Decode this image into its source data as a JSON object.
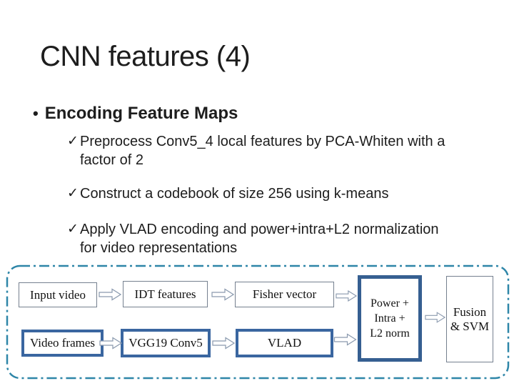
{
  "slide": {
    "title": "CNN features (4)",
    "bullet_char": "•",
    "heading": "Encoding Feature Maps",
    "check_char": "✓",
    "items": [
      {
        "line1": "Preprocess Conv5_4 local features by PCA-Whiten with a",
        "line2": "factor of 2"
      },
      {
        "line1": "Construct a codebook of size 256 using k-means",
        "line2": ""
      },
      {
        "line1": "Apply VLAD encoding and power+intra+L2 normalization",
        "line2": "for video representations"
      }
    ]
  },
  "diagram": {
    "boxes": {
      "input_video": "Input video",
      "idt_features": "IDT features",
      "fisher_vector": "Fisher vector",
      "video_frames": "Video frames",
      "vgg19_conv5": "VGG19 Conv5",
      "vlad": "VLAD",
      "power_line1": "Power +",
      "power_line2": "Intra +",
      "power_line3": "L2 norm",
      "fusion_line1": "Fusion",
      "fusion_line2": "& SVM"
    },
    "icons": {
      "arrow": "block-arrow-right",
      "check": "checkmark"
    },
    "colors": {
      "text": "#1d1d1d",
      "thick_border": "#3a66a0",
      "power_border": "#365f91",
      "thin_border": "#75808f",
      "frame": "#2e86a8",
      "arrow_stroke": "#8a99ae",
      "background": "#ffffff"
    }
  }
}
